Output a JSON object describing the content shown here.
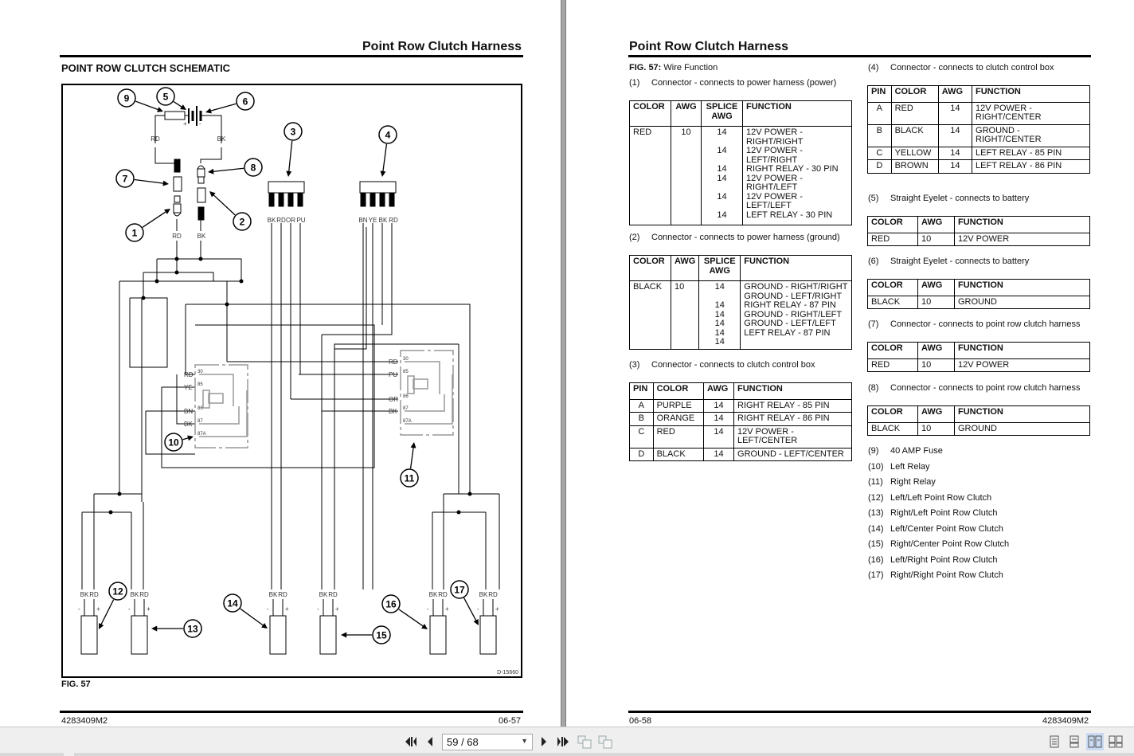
{
  "left_page": {
    "header_title": "Point Row Clutch Harness",
    "section_title": "POINT ROW CLUTCH SCHEMATIC",
    "figure_caption": "FIG. 57",
    "drawing_id": "D-15660",
    "footer_left": "4283409M2",
    "footer_right": "06-57",
    "schematic": {
      "callouts": [
        "1",
        "2",
        "3",
        "4",
        "5",
        "6",
        "7",
        "8",
        "9",
        "10",
        "11",
        "12",
        "13",
        "14",
        "15",
        "16",
        "17"
      ],
      "wire_labels": {
        "battery_pos": "RD",
        "battery_neg": "BK",
        "plus": "+",
        "minus": "-",
        "conn1": "RD",
        "conn2": "BK",
        "conn3_pins": [
          "BK",
          "RD",
          "OR",
          "PU"
        ],
        "conn4_pins": [
          "BN",
          "YE",
          "BK",
          "RD"
        ],
        "left_relay_wires": [
          "RD",
          "YE",
          "BN",
          "BK"
        ],
        "left_relay_pins": [
          "30",
          "85",
          "86",
          "87",
          "87A"
        ],
        "right_relay_wires": [
          "RD",
          "PU",
          "OR",
          "BK"
        ],
        "right_relay_pins": [
          "30",
          "85",
          "86",
          "87",
          "87A"
        ],
        "clutch_wires": [
          "BK",
          "RD"
        ]
      }
    }
  },
  "right_page": {
    "header_title": "Point Row Clutch Harness",
    "footer_left": "06-58",
    "footer_right": "4283409M2",
    "fig_label": "FIG. 57:",
    "fig_title": "Wire Function",
    "items": [
      {
        "num": "(1)",
        "desc": "Connector - connects to power harness (power)",
        "headers": [
          "COLOR",
          "AWG",
          "SPLICE AWG",
          "FUNCTION"
        ],
        "rows": [
          {
            "color": "RED",
            "awg": "10",
            "splice": [
              "14",
              "14",
              "14",
              "14",
              "14",
              "14"
            ],
            "function": [
              "12V POWER - RIGHT/RIGHT",
              "12V POWER - LEFT/RIGHT",
              "RIGHT RELAY - 30 PIN",
              "12V POWER - RIGHT/LEFT",
              "12V POWER - LEFT/LEFT",
              "LEFT RELAY - 30 PIN"
            ]
          }
        ]
      },
      {
        "num": "(2)",
        "desc": "Connector - connects to power harness (ground)",
        "headers": [
          "COLOR",
          "AWG",
          "SPLICE AWG",
          "FUNCTION"
        ],
        "rows": [
          {
            "color": "BLACK",
            "awg": "10",
            "splice": [
              "14",
              "14",
              "14",
              "14",
              "14",
              "14"
            ],
            "function": [
              "GROUND - RIGHT/RIGHT",
              "GROUND - LEFT/RIGHT",
              "RIGHT RELAY - 87 PIN",
              "GROUND - RIGHT/LEFT",
              "GROUND - LEFT/LEFT",
              "LEFT RELAY - 87 PIN"
            ]
          }
        ]
      },
      {
        "num": "(3)",
        "desc": "Connector - connects to clutch control box",
        "headers": [
          "PIN",
          "COLOR",
          "AWG",
          "FUNCTION"
        ],
        "rows": [
          {
            "pin": "A",
            "color": "PURPLE",
            "awg": "14",
            "function": "RIGHT RELAY - 85 PIN"
          },
          {
            "pin": "B",
            "color": "ORANGE",
            "awg": "14",
            "function": "RIGHT RELAY - 86 PIN"
          },
          {
            "pin": "C",
            "color": "RED",
            "awg": "14",
            "function": "12V POWER - LEFT/CENTER"
          },
          {
            "pin": "D",
            "color": "BLACK",
            "awg": "14",
            "function": "GROUND - LEFT/CENTER"
          }
        ]
      },
      {
        "num": "(4)",
        "desc": "Connector - connects to clutch control box",
        "headers": [
          "PIN",
          "COLOR",
          "AWG",
          "FUNCTION"
        ],
        "rows": [
          {
            "pin": "A",
            "color": "RED",
            "awg": "14",
            "function": "12V POWER - RIGHT/CENTER"
          },
          {
            "pin": "B",
            "color": "BLACK",
            "awg": "14",
            "function": "GROUND - RIGHT/CENTER"
          },
          {
            "pin": "C",
            "color": "YELLOW",
            "awg": "14",
            "function": "LEFT RELAY - 85 PIN"
          },
          {
            "pin": "D",
            "color": "BROWN",
            "awg": "14",
            "function": "LEFT RELAY - 86 PIN"
          }
        ]
      },
      {
        "num": "(5)",
        "desc": "Straight Eyelet - connects to battery",
        "headers": [
          "COLOR",
          "AWG",
          "FUNCTION"
        ],
        "rows": [
          {
            "color": "RED",
            "awg": "10",
            "function": "12V POWER"
          }
        ]
      },
      {
        "num": "(6)",
        "desc": "Straight Eyelet - connects to battery",
        "headers": [
          "COLOR",
          "AWG",
          "FUNCTION"
        ],
        "rows": [
          {
            "color": "BLACK",
            "awg": "10",
            "function": "GROUND"
          }
        ]
      },
      {
        "num": "(7)",
        "desc": "Connector - connects to point row clutch harness",
        "headers": [
          "COLOR",
          "AWG",
          "FUNCTION"
        ],
        "rows": [
          {
            "color": "RED",
            "awg": "10",
            "function": "12V POWER"
          }
        ]
      },
      {
        "num": "(8)",
        "desc": "Connector - connects to point row clutch harness",
        "headers": [
          "COLOR",
          "AWG",
          "FUNCTION"
        ],
        "rows": [
          {
            "color": "BLACK",
            "awg": "10",
            "function": "GROUND"
          }
        ]
      }
    ],
    "legend": [
      {
        "num": "(9)",
        "label": "40 AMP Fuse"
      },
      {
        "num": "(10)",
        "label": "Left Relay"
      },
      {
        "num": "(11)",
        "label": "Right Relay"
      },
      {
        "num": "(12)",
        "label": "Left/Left Point Row Clutch"
      },
      {
        "num": "(13)",
        "label": "Right/Left Point Row Clutch"
      },
      {
        "num": "(14)",
        "label": "Left/Center Point Row Clutch"
      },
      {
        "num": "(15)",
        "label": "Right/Center Point Row Clutch"
      },
      {
        "num": "(16)",
        "label": "Left/Right Point Row Clutch"
      },
      {
        "num": "(17)",
        "label": "Right/Right Point Row Clutch"
      }
    ]
  },
  "toolbar": {
    "page_indicator": "59 / 68",
    "icons": [
      "first-page-icon",
      "previous-page-icon",
      "next-page-icon",
      "last-page-icon",
      "previous-view-icon",
      "next-view-icon",
      "single-page-icon",
      "continuous-page-icon",
      "facing-pages-icon",
      "continuous-facing-icon"
    ],
    "active_view": "facing-pages",
    "active_color": "#c9daf2"
  }
}
